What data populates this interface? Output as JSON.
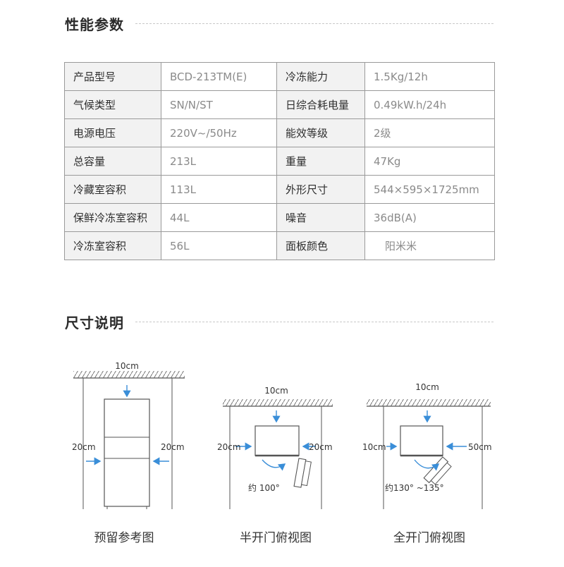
{
  "specs": {
    "title": "性能参数",
    "rows": [
      [
        "产品型号",
        "BCD-213TM(E)",
        "冷冻能力",
        "1.5Kg/12h"
      ],
      [
        "气候类型",
        "SN/N/ST",
        "日综合耗电量",
        "0.49kW.h/24h"
      ],
      [
        "电源电压",
        "220V~/50Hz",
        "能效等级",
        "2级"
      ],
      [
        "总容量",
        "213L",
        "重量",
        "47Kg"
      ],
      [
        "冷藏室容积",
        "113L",
        "外形尺寸",
        "544×595×1725mm"
      ],
      [
        "保鲜冷冻室容积",
        "44L",
        "噪音",
        "36dB(A)"
      ],
      [
        "冷冻室容积",
        "56L",
        "面板颜色",
        "阳米米"
      ]
    ]
  },
  "dimensions": {
    "title": "尺寸说明",
    "diagrams": [
      {
        "caption": "预留参考图",
        "top": "10cm",
        "left": "20cm",
        "right": "20cm"
      },
      {
        "caption": "半开门俯视图",
        "top": "10cm",
        "left": "20cm",
        "right": "20cm",
        "angle": "约 100°"
      },
      {
        "caption": "全开门俯视图",
        "top": "10cm",
        "left": "10cm",
        "right": "50cm",
        "angle": "约130° ~135°"
      }
    ]
  },
  "colors": {
    "arrow": "#3a8ed8",
    "line": "#555555",
    "label_bg": "#f2f2f2"
  }
}
